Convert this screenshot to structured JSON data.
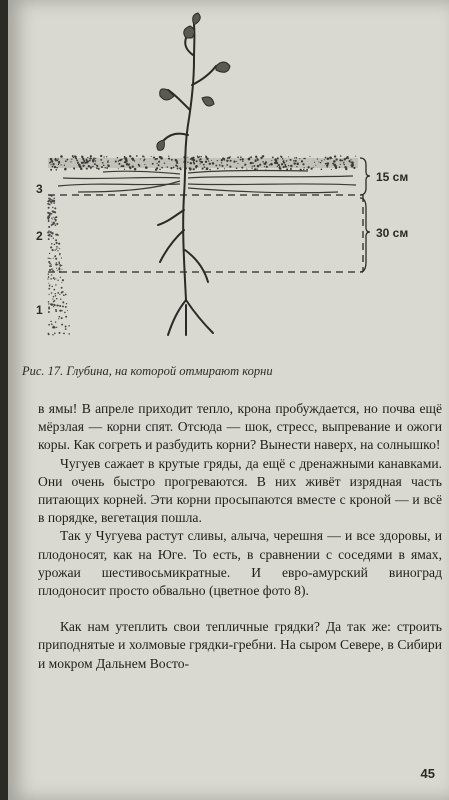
{
  "figure": {
    "layer_labels": [
      "3",
      "2",
      "1"
    ],
    "depth_labels": [
      "15 см",
      "30 см"
    ],
    "caption": "Рис. 17. Глубина, на которой отмирают корни"
  },
  "body": {
    "paragraphs": [
      "в ямы! В апреле приходит тепло, крона пробуждается, но почва ещё мёрзлая — корни спят. Отсюда — шок, стресс, выпревание и ожоги коры. Как согреть и разбудить корни? Вынести наверх, на солнышко!",
      "Чугуев сажает в крутые гряды, да ещё с дренажными канавками. Они очень быстро прогреваются. В них живёт изрядная часть питающих корней. Эти корни просыпаются вместе с кроной — и всё в порядке, вегетация пошла.",
      "Так у Чугуева растут сливы, алыча, черешня — и все здоровы, и плодоносят, как на Юге. То есть, в сравнении с соседями в ямах, урожаи шестивосьмикратные. И евро-амурский виноград плодоносит просто обвально (цветное фото 8).",
      "Как нам утеплить свои тепличные грядки? Да так же: строить приподнятые и холмовые грядки-гребни. На сыром Севере, в Сибири и мокром Дальнем Восто-"
    ]
  },
  "page_number": "45"
}
